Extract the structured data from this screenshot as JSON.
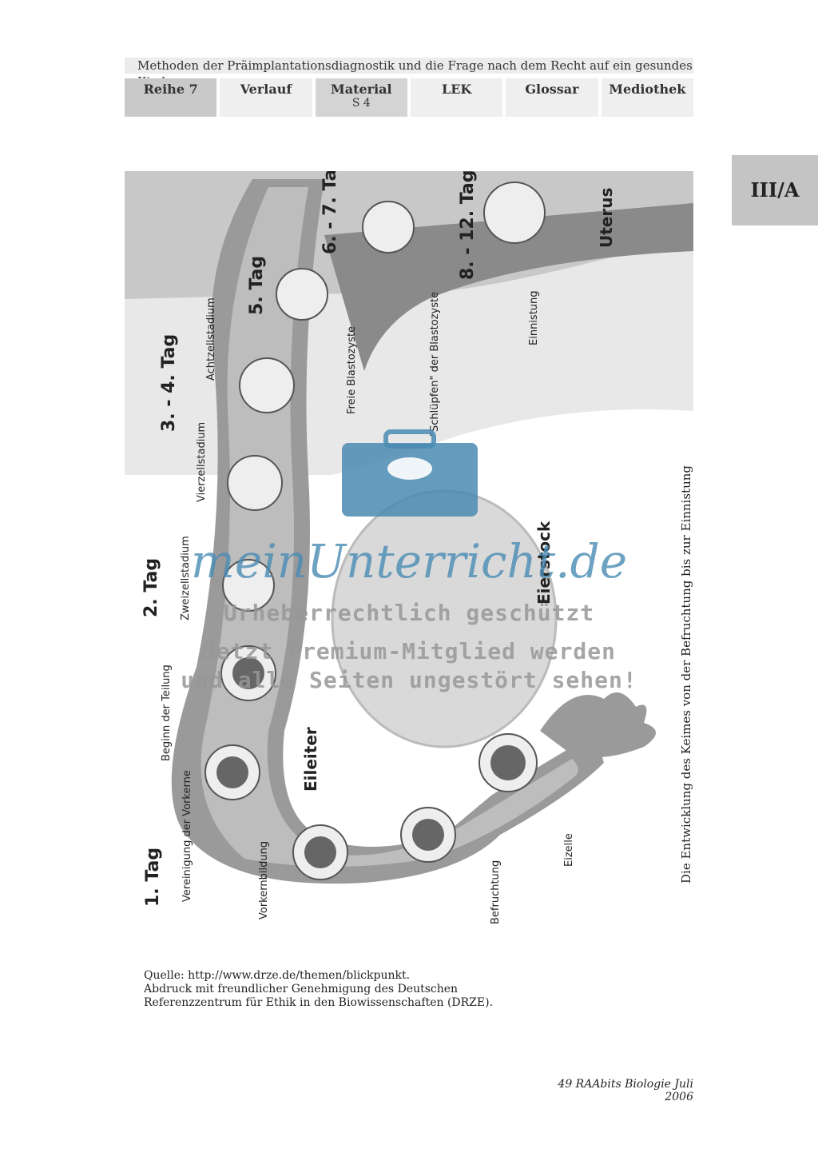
{
  "header": {
    "title": "Methoden der Präimplantationsdiagnostik und die Frage nach dem Recht auf ein gesundes Kind"
  },
  "nav": {
    "tabs": [
      {
        "label": "Reihe 7",
        "sub": ""
      },
      {
        "label": "Verlauf",
        "sub": ""
      },
      {
        "label": "Material",
        "sub": "S 4"
      },
      {
        "label": "LEK",
        "sub": ""
      },
      {
        "label": "Glossar",
        "sub": ""
      },
      {
        "label": "Mediothek",
        "sub": ""
      }
    ]
  },
  "section_tab": "III/A",
  "diagram": {
    "days": [
      "1. Tag",
      "2. Tag",
      "3. - 4. Tag",
      "5. Tag",
      "6. - 7. Tag",
      "8. - 12. Tag"
    ],
    "organs": {
      "eileiter": "Eileiter",
      "eierstock": "Eierstock",
      "uterus": "Uterus"
    },
    "stages": [
      "Vereinigung der Vorkerne",
      "Vorkernbildung",
      "Befruchtung",
      "Eizelle",
      "Beginn der Teilung",
      "Zweizellstadium",
      "Vierzellstadium",
      "Achtzellstadium",
      "Freie Blastozyste",
      "\"Schlüpfen\" der Blastozyste",
      "Einnistung"
    ]
  },
  "caption": "Die Entwicklung des Keimes von der Befruchtung bis zur Einnistung",
  "source": {
    "line1": "Quelle: http://www.drze.de/themen/blickpunkt.",
    "line2": "Abdruck mit freundlicher Genehmigung des Deutschen",
    "line3": "Referenzzentrum für Ethik in den Biowissenschaften (DRZE)."
  },
  "footer": "49 RAAbits Biologie Juli 2006",
  "watermark": {
    "logo": "meinUnterricht.de",
    "line1": "Urheberrechtlich geschützt",
    "line2": "Jetzt Premium-Mitglied werden",
    "line3": "und alle Seiten ungestört sehen!"
  }
}
